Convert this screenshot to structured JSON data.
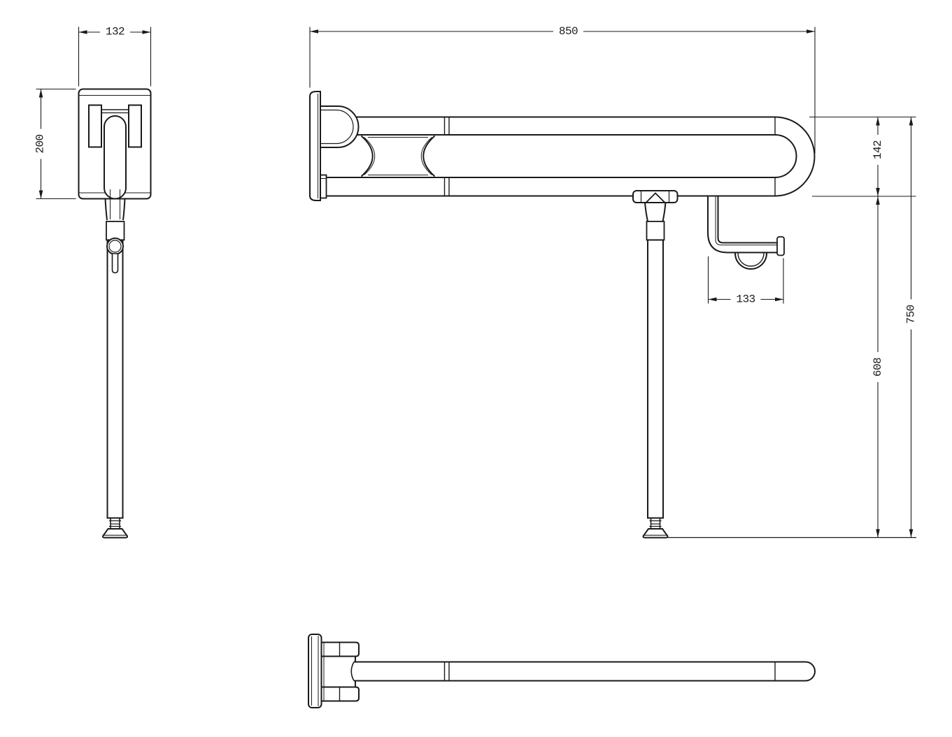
{
  "drawing": {
    "type": "technical-orthographic-drawing",
    "subject": "fold-up support grab rail with drop leg and paper-roll holder",
    "views": [
      "side elevation",
      "front elevation",
      "top view (folded)"
    ],
    "colors": {
      "line": "#1a1a1a",
      "background": "#ffffff"
    }
  },
  "dimensions": {
    "side_plate_width": "132",
    "side_plate_height": "200",
    "front_overall_length": "850",
    "front_rail_depth": "142",
    "front_leg_drop": "608",
    "front_overall_height": "750",
    "front_roll_holder_offset": "133"
  }
}
